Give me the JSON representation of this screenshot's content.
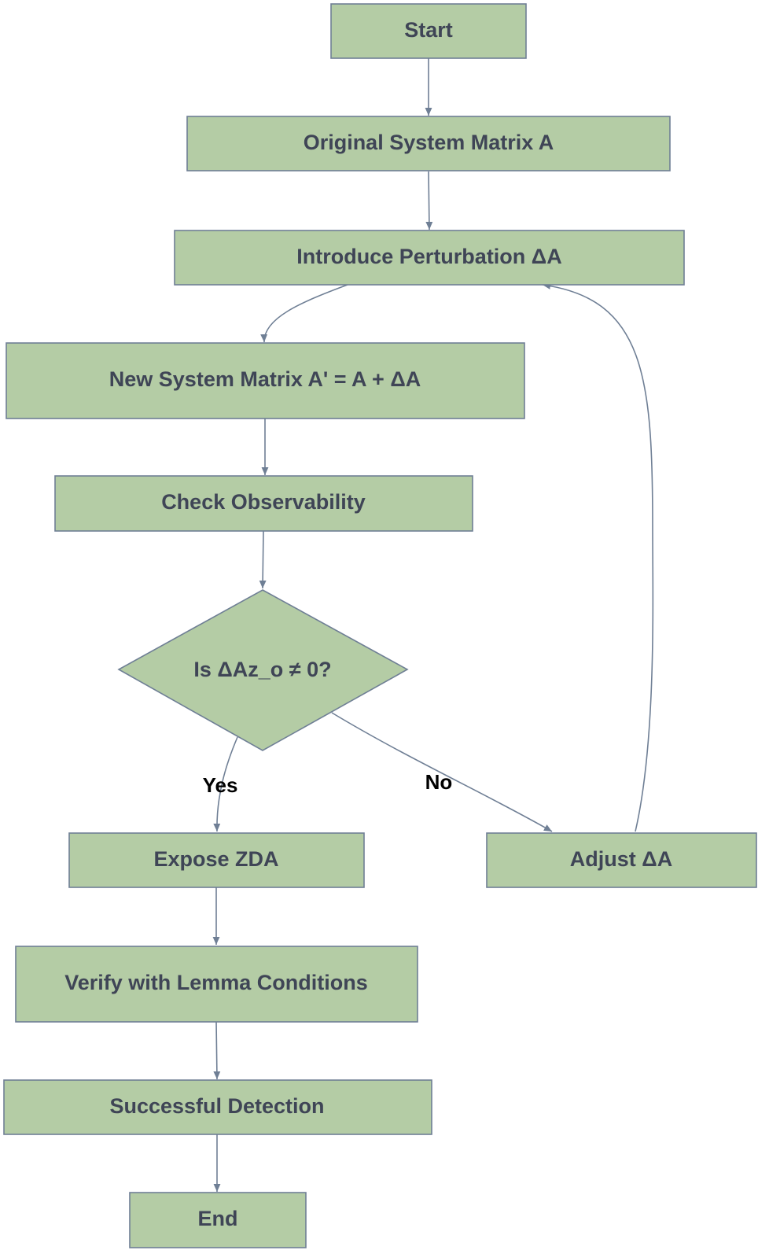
{
  "nodes": {
    "start": "Start",
    "original_matrix": "Original System Matrix A",
    "introduce_perturbation": "Introduce Perturbation ΔA",
    "new_matrix": "New System Matrix A' = A + ΔA",
    "check_observability": "Check Observability",
    "decision": "Is ΔAz_o ≠ 0?",
    "expose_zda": "Expose ZDA",
    "adjust": "Adjust ΔA",
    "verify": "Verify with Lemma Conditions",
    "success": "Successful Detection",
    "end": "End"
  },
  "edge_labels": {
    "yes": "Yes",
    "no": "No"
  },
  "colors": {
    "node_fill": "#b4cca5",
    "node_stroke": "#6f7f95",
    "text": "#3f4556",
    "edge": "#6f7f95"
  }
}
